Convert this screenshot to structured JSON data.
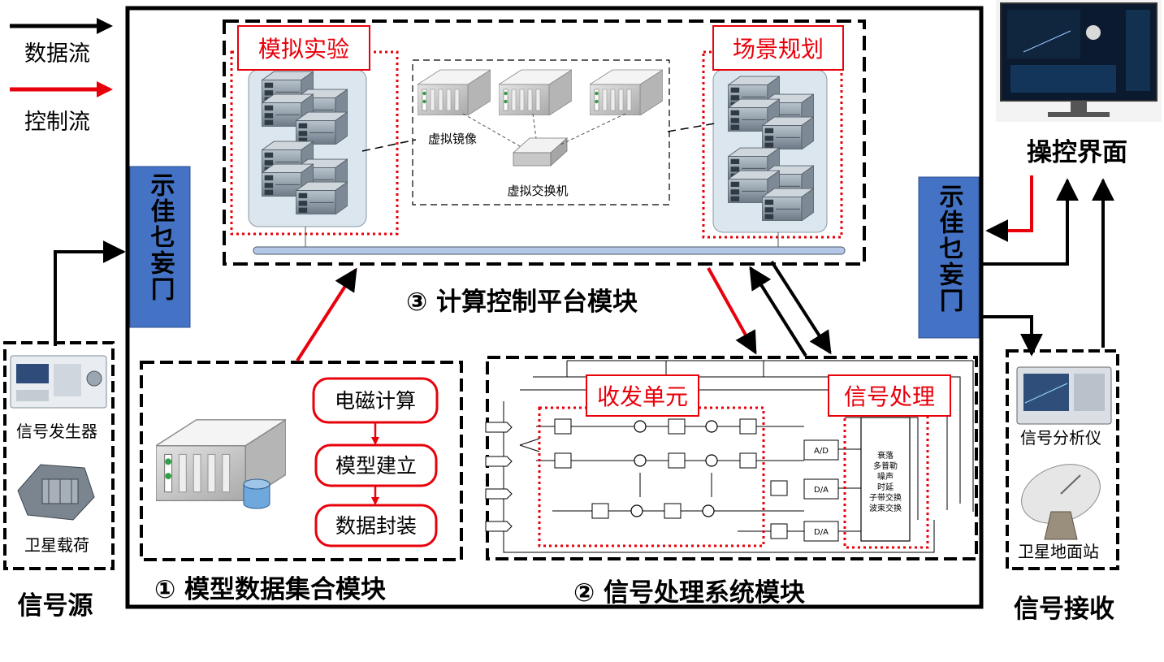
{
  "legend": {
    "data_flow": "数据流",
    "control_flow": "控制流"
  },
  "colors": {
    "data": "#000000",
    "control": "#e8000b",
    "interface": "#4472c4",
    "panel": "#dbe6ee",
    "red_text": "#e8000b"
  },
  "left": {
    "device_1": "信号发生器",
    "device_2": "卫星载荷",
    "group_label": "信号源"
  },
  "right": {
    "screen_label": "操控界面",
    "device_1": "信号分析仪",
    "device_2": "卫星地面站",
    "group_label": "信号接收"
  },
  "interface": {
    "left": "示佳乜妄冂",
    "right": "示佳乜妄冂"
  },
  "platform": {
    "title": "③ 计算控制平台模块",
    "sim_exp": "模拟实验",
    "scene_plan": "场景规划",
    "virtual_mirror": "虚拟镜像",
    "virtual_switch": "虚拟交换机"
  },
  "model": {
    "title": "① 模型数据集合模块",
    "steps": [
      "电磁计算",
      "模型建立",
      "数据封装"
    ]
  },
  "signal": {
    "title": "② 信号处理系统模块",
    "transceiver": "收发单元",
    "processing": "信号处理",
    "ad": "A/D",
    "da1": "D/A",
    "da2": "D/A",
    "dsp_lines": [
      "衰落",
      "多普勒",
      "噪声",
      "时延",
      "子带交换",
      "波束交换"
    ]
  }
}
